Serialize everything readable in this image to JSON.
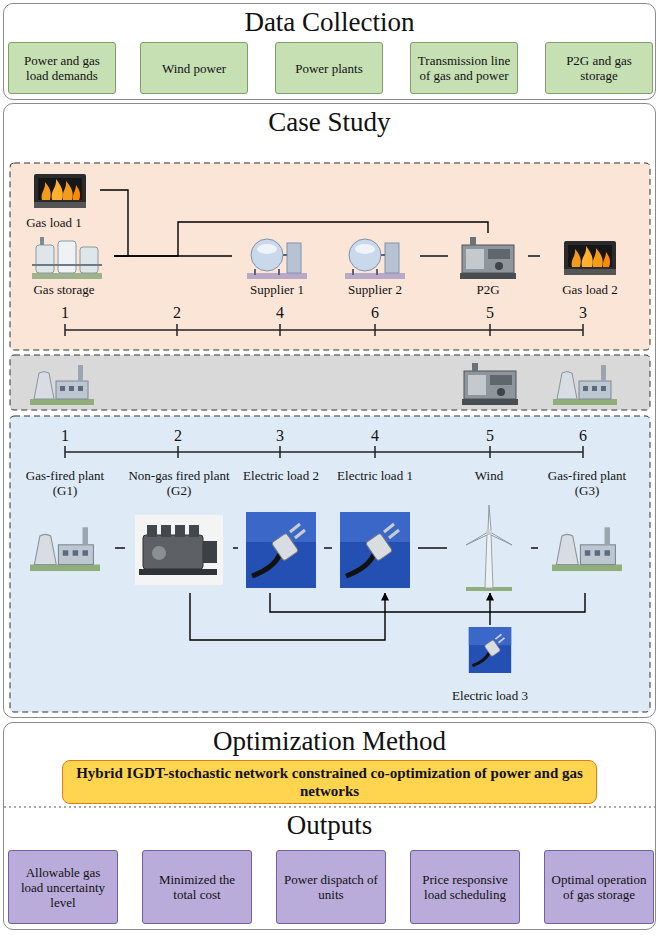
{
  "diagram": {
    "nodes": [
      {
        "text": [
          "Data Collection"
        ]
      },
      {
        "text": [
          "Power and gas load demands"
        ],
        "in": 0
      },
      {
        "text": [
          "Wind power"
        ],
        "in": 0
      },
      {
        "text": [
          "Power plants"
        ],
        "in": 0
      },
      {
        "text": [
          "Transmission line of gas and power"
        ],
        "in": 0
      },
      {
        "text": [
          "P2G and gas storage"
        ],
        "in": 0
      },
      {
        "text": [
          "Case Study"
        ]
      },
      {
        "text": [
          "Gas load 1"
        ],
        "in": 6
      },
      {
        "text": [
          "Gas storage"
        ],
        "in": 6
      },
      {
        "text": [
          "Supplier 1"
        ],
        "in": 6
      },
      {
        "text": [
          "Supplier 2"
        ],
        "in": 6
      },
      {
        "text": [
          "P2G"
        ],
        "in": 6
      },
      {
        "text": [
          "Gas load 2"
        ],
        "in": 6
      },
      {
        "text": [
          "Gas-fired plant (G1)"
        ],
        "in": 6
      },
      {
        "text": [
          "Non-gas fired plant (G2)"
        ],
        "in": 6
      },
      {
        "text": [
          "Electric load 2"
        ],
        "in": 6
      },
      {
        "text": [
          "Electric load 1"
        ],
        "in": 6
      },
      {
        "text": [
          "Wind"
        ],
        "in": 6
      },
      {
        "text": [
          "Gas-fired plant (G3)"
        ],
        "in": 6
      },
      {
        "text": [
          "Electric load 3"
        ],
        "in": 6
      },
      {
        "text": [
          "Optimization Method",
          "Outputs"
        ]
      },
      {
        "text": [
          "Hybrid IGDT-stochastic network constrained co-optimization of power and gas networks"
        ],
        "in": 20
      },
      {
        "text": [
          "Allowable gas load uncertainty level"
        ],
        "in": 20
      },
      {
        "text": [
          "Minimized the total cost"
        ],
        "in": 20
      },
      {
        "text": [
          "Power dispatch of units"
        ],
        "in": 20
      },
      {
        "text": [
          "Price responsive load scheduling"
        ],
        "in": 20
      },
      {
        "text": [
          "Optimal operation of gas storage"
        ],
        "in": 20
      }
    ],
    "edges": [
      {
        "from": 7,
        "to": 8,
        "arrow": "none"
      },
      {
        "from": 8,
        "to": 9,
        "arrow": "none"
      },
      {
        "from": 8,
        "to": 11,
        "arrow": "none"
      },
      {
        "from": 10,
        "to": 11,
        "arrow": "none"
      },
      {
        "from": 11,
        "to": 12,
        "arrow": "none"
      },
      {
        "from": 13,
        "to": 14,
        "arrow": "none"
      },
      {
        "from": 14,
        "to": 15,
        "arrow": "none"
      },
      {
        "from": 15,
        "to": 16,
        "arrow": "none"
      },
      {
        "from": 16,
        "to": 17,
        "arrow": "none"
      },
      {
        "from": 17,
        "to": 18,
        "arrow": "none"
      },
      {
        "from": 14,
        "to": 16,
        "arrow": "to"
      },
      {
        "from": 15,
        "to": 18,
        "arrow": "none"
      },
      {
        "from": 19,
        "to": 17,
        "arrow": "to"
      }
    ],
    "labels": [
      "1",
      "2",
      "4",
      "6",
      "5",
      "3",
      "1",
      "2",
      "3",
      "4",
      "5",
      "6"
    ]
  }
}
